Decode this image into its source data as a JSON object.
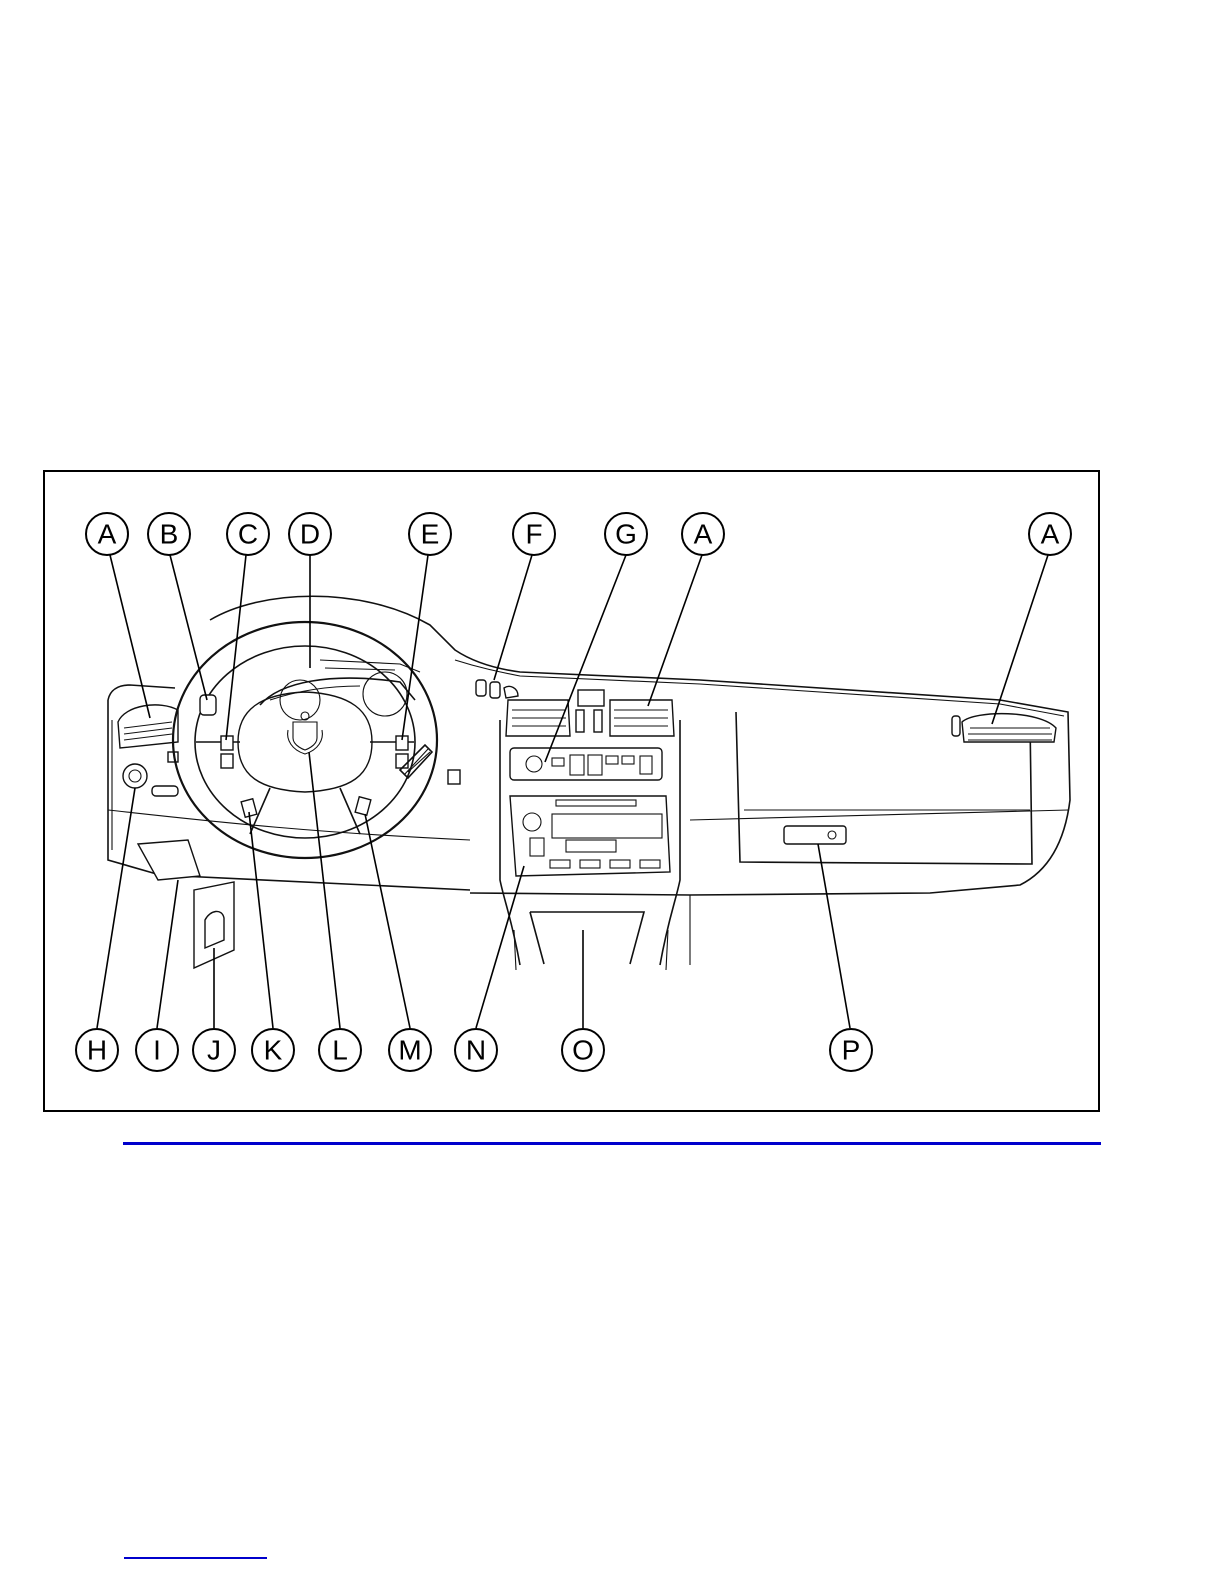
{
  "figure": {
    "callouts": [
      {
        "id": "a1",
        "label": "A"
      },
      {
        "id": "b",
        "label": "B"
      },
      {
        "id": "c",
        "label": "C"
      },
      {
        "id": "d",
        "label": "D"
      },
      {
        "id": "e",
        "label": "E"
      },
      {
        "id": "f",
        "label": "F"
      },
      {
        "id": "g",
        "label": "G"
      },
      {
        "id": "a2",
        "label": "A"
      },
      {
        "id": "a3",
        "label": "A"
      },
      {
        "id": "h",
        "label": "H"
      },
      {
        "id": "i",
        "label": "I"
      },
      {
        "id": "j",
        "label": "J"
      },
      {
        "id": "k",
        "label": "K"
      },
      {
        "id": "l",
        "label": "L"
      },
      {
        "id": "m",
        "label": "M"
      },
      {
        "id": "n",
        "label": "N"
      },
      {
        "id": "o",
        "label": "O"
      },
      {
        "id": "p",
        "label": "P"
      }
    ]
  },
  "colors": {
    "rule": "#0000cc",
    "line": "#000000",
    "background": "#ffffff"
  }
}
